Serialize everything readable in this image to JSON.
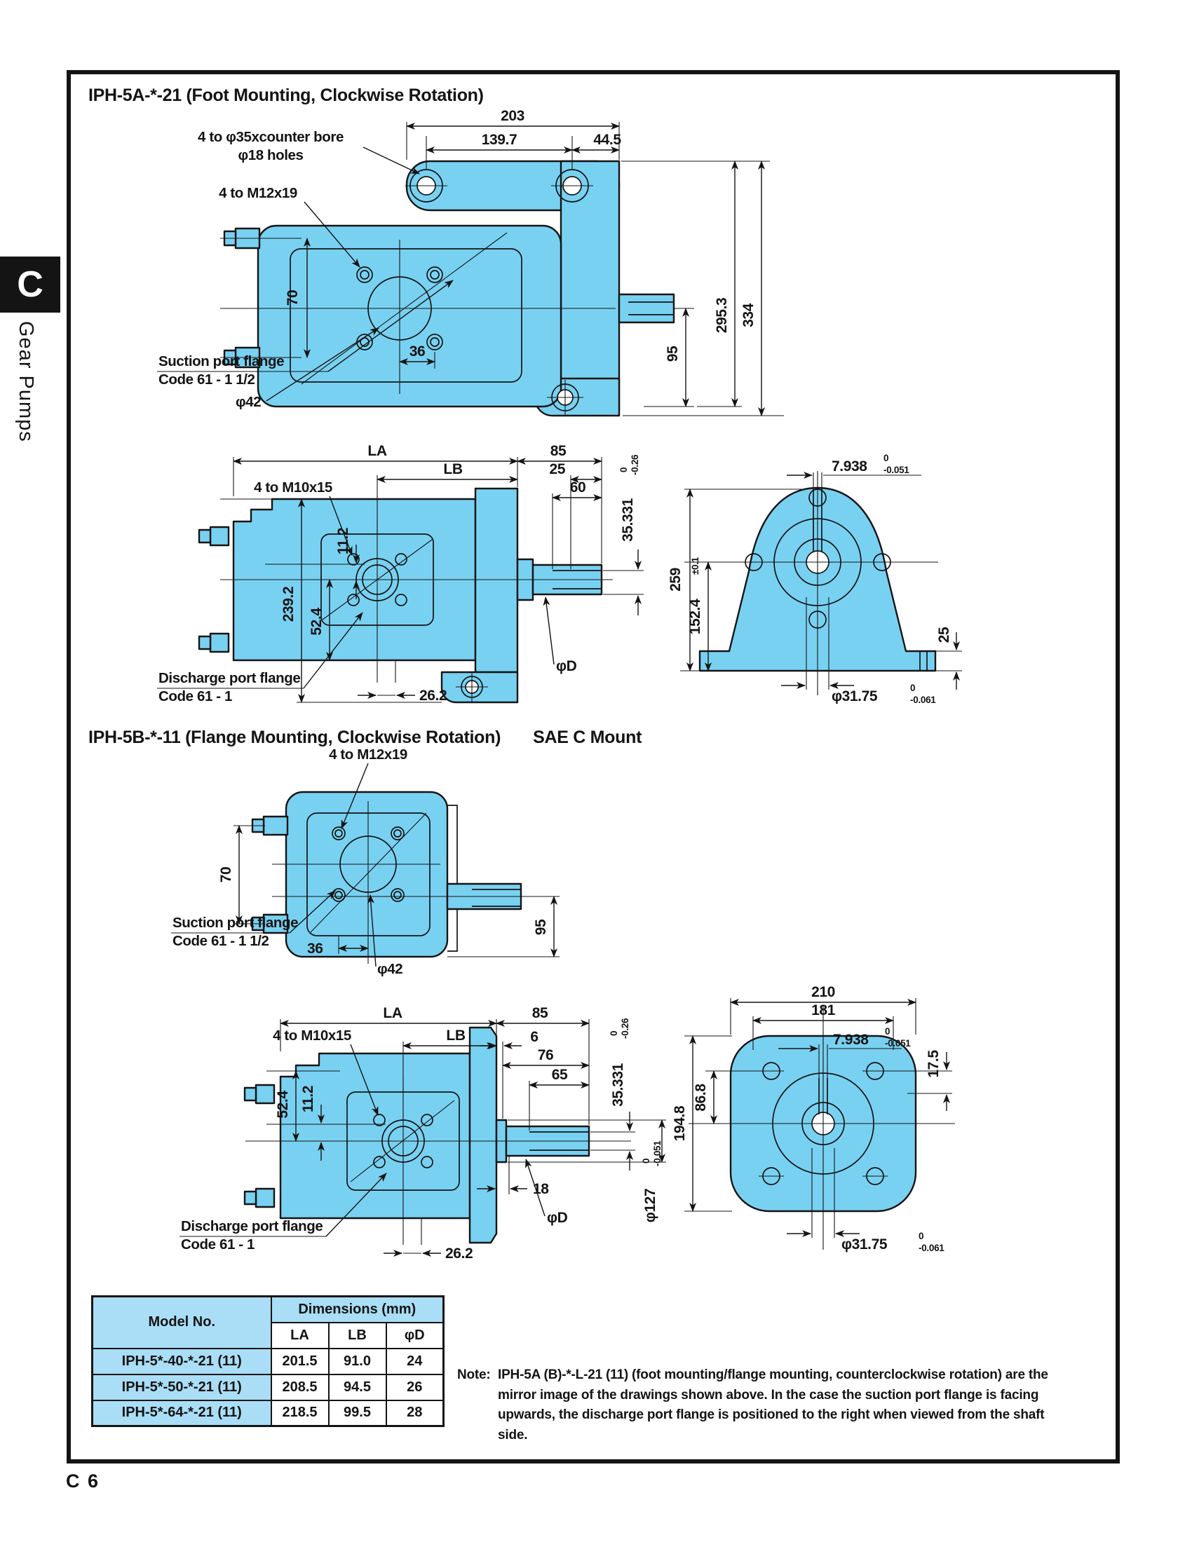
{
  "page": {
    "tab_letter": "C",
    "sidebar_label": "Gear Pumps",
    "footer": "C 6"
  },
  "s1": {
    "title": "IPH-5A-*-21 (Foot Mounting, Clockwise Rotation)"
  },
  "s2": {
    "title": "IPH-5B-*-11 (Flange Mounting, Clockwise Rotation)",
    "subtitle": "SAE C Mount"
  },
  "colors": {
    "pump_fill": "#79D1F1",
    "table_fill": "#A9DEF6",
    "ink": "#141414"
  },
  "d1": {
    "label_cb1": "4 to φ35xcounter bore",
    "label_cb2": "φ18 holes",
    "label_m12": "4 to M12x19",
    "label_sp1": "Suction port flange",
    "label_sp2": "Code 61 - 1 1/2",
    "label_d42": "φ42",
    "dim203": "203",
    "dim1397": "139.7",
    "dim445": "44.5",
    "dim70": "70",
    "dim36": "36",
    "dim95": "95",
    "dim2953": "295.3",
    "dim334": "334"
  },
  "d2": {
    "label_m10": "4 to M10x15",
    "label_dp1": "Discharge port flange",
    "label_dp2": "Code 61 - 1",
    "la": "LA",
    "lb": "LB",
    "d85": "85",
    "d25": "25",
    "d60": "60",
    "d35331": "35.331",
    "t35331u": "0",
    "t35331l": "-0.26",
    "d112": "11.2",
    "d2392": "239.2",
    "d524": "52.4",
    "d262": "26.2",
    "phid": "φD"
  },
  "d3": {
    "d7938": "7.938",
    "t7938u": "0",
    "t7938l": "-0.051",
    "d259": "259",
    "d1524": "152.4",
    "t1524": "±0.1",
    "d25": "25",
    "d3175": "φ31.75",
    "t3175u": "0",
    "t3175l": "-0.061"
  },
  "d4": {
    "label_m12": "4 to M12x19",
    "label_sp1": "Suction port flange",
    "label_sp2": "Code 61 - 1 1/2",
    "label_d42": "φ42",
    "dim70": "70",
    "dim95": "95",
    "dim36": "36"
  },
  "d5": {
    "label_m10": "4 to M10x15",
    "label_dp1": "Discharge port flange",
    "label_dp2": "Code 61 - 1",
    "la": "LA",
    "lb": "LB",
    "d85": "85",
    "d6": "6",
    "d76": "76",
    "d65": "65",
    "d35331": "35.331",
    "t35331u": "0",
    "t35331l": "-0.26",
    "d524": "52.4",
    "d112": "11.2",
    "d18": "18",
    "d127": "φ127",
    "t127u": "0",
    "t127l": "-0.051",
    "d262": "26.2",
    "phid": "φD"
  },
  "d6": {
    "d210": "210",
    "d181": "181",
    "d7938": "7.938",
    "t7938u": "0",
    "t7938l": "-0.051",
    "d175": "17.5",
    "d868": "86.8",
    "d1948": "194.8",
    "d3175": "φ31.75",
    "t3175u": "0",
    "t3175l": "-0.061"
  },
  "table": {
    "header_model": "Model No.",
    "header_dims": "Dimensions (mm)",
    "col_la": "LA",
    "col_lb": "LB",
    "col_d": "φD",
    "rows": [
      {
        "model": "IPH-5*-40-*-21 (11)",
        "la": "201.5",
        "lb": "91.0",
        "d": "24"
      },
      {
        "model": "IPH-5*-50-*-21 (11)",
        "la": "208.5",
        "lb": "94.5",
        "d": "26"
      },
      {
        "model": "IPH-5*-64-*-21 (11)",
        "la": "218.5",
        "lb": "99.5",
        "d": "28"
      }
    ]
  },
  "note": {
    "label": "Note:",
    "text": "IPH-5A (B)-*-L-21 (11) (foot mounting/flange mounting, counterclockwise rotation) are the mirror image of the drawings shown above. In the case the suction port flange is facing upwards, the discharge port flange is positioned to the right when viewed from the shaft side."
  }
}
